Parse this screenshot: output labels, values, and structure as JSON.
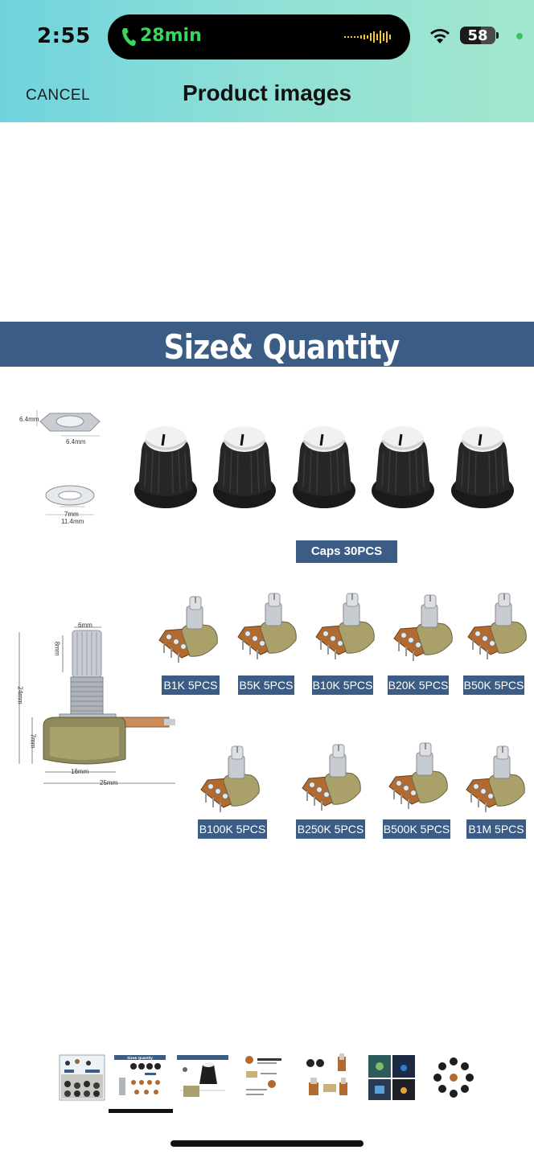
{
  "status_bar": {
    "time": "2:55",
    "call_duration": "28min",
    "battery_level": "58",
    "battery_percent": 58
  },
  "nav": {
    "cancel_label": "CANCEL",
    "title": "Product images"
  },
  "product_image": {
    "banner_title": "Size& Quantity",
    "nut_dimensions": [
      "6.4mm",
      "6.4mm"
    ],
    "washer_dimensions": [
      "7mm",
      "11.4mm"
    ],
    "pot_dimensions": [
      "6mm",
      "8mm",
      "24mm",
      "7mm",
      "16mm",
      "25mm"
    ],
    "caps_label": "Caps  30PCS",
    "pot_labels_row1": [
      "B1K 5PCS",
      "B5K 5PCS",
      "B10K 5PCS",
      "B20K 5PCS",
      "B50K 5PCS"
    ],
    "pot_labels_row2": [
      "B100K 5PCS",
      "B250K 5PCS",
      "B500K 5PCS",
      "B1M 5PCS"
    ]
  },
  "thumbnails": {
    "count": 7,
    "selected_index": 1,
    "banner_text": "Size& Quantity"
  },
  "colors": {
    "header_gradient_start": "#6fd3de",
    "header_gradient_end": "#a2e6cf",
    "banner_blue": "#3a5c85",
    "call_green": "#38d65a"
  }
}
